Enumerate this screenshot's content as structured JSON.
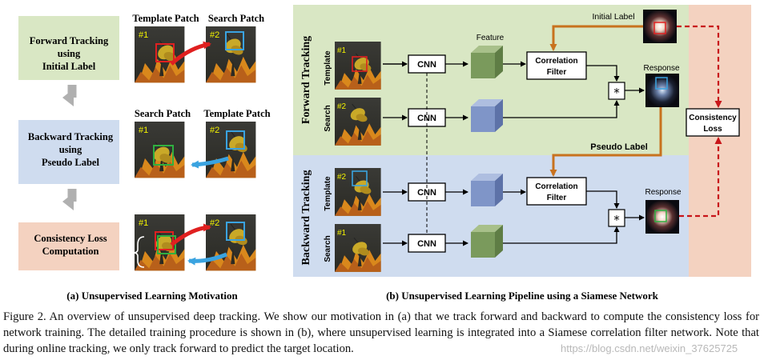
{
  "panel_a": {
    "caption": "(a)  Unsupervised Learning Motivation",
    "steps": [
      {
        "line1": "Forward Tracking",
        "line2": "using",
        "line3": "Initial Label",
        "color": "#d9e7c4"
      },
      {
        "line1": "Backward Tracking",
        "line2": "using",
        "line3": "Pseudo Label",
        "color": "#cfdcef"
      },
      {
        "line1": "Consistency Loss",
        "line2": "Computation",
        "color": "#f4d2c0"
      }
    ],
    "row1_left": "Template Patch",
    "row1_right": "Search Patch",
    "row2_left": "Search Patch",
    "row2_right": "Template Patch",
    "tags": {
      "a": "#1",
      "b": "#2"
    }
  },
  "panel_b": {
    "caption": "(b)  Unsupervised Learning Pipeline using a Siamese Network",
    "forward_label": "Forward  Tracking",
    "backward_label": "Backward  Tracking",
    "template": "Template",
    "search": "Search",
    "cnn": "CNN",
    "feature": "Feature",
    "corr_line1": "Correlation",
    "corr_line2": "Filter",
    "response": "Response",
    "initial_label": "Initial Label",
    "pseudo_label": "Pseudo Label",
    "loss_line1": "Consistency",
    "loss_line2": "Loss",
    "star": "*",
    "tags": {
      "a": "#1",
      "b": "#2"
    }
  },
  "colors": {
    "forward_bg": "#d9e7c4",
    "backward_bg": "#cfdcef",
    "loss_bg": "#f4d2c0",
    "orange_arrow": "#c8721e",
    "red_dash": "#c8161a",
    "blue_arrow": "#3aa3e0",
    "red_arrow": "#e02020",
    "cube_green": "#7a9a5c",
    "cube_blue": "#7f95c8"
  },
  "caption": "Figure 2. An overview of unsupervised deep tracking. We show our motivation in (a) that we track forward and backward to compute the consistency loss for network training. The detailed training procedure is shown in (b), where unsupervised learning is integrated into a Siamese correlation filter network. Note that during online tracking, we only track forward to predict the target location.",
  "watermark": "https://blog.csdn.net/weixin_37625725"
}
